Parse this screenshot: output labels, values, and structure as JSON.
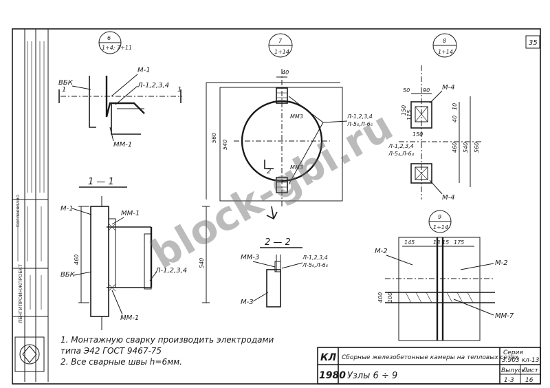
{
  "page_number": "35",
  "callouts": {
    "c6": {
      "top": "6",
      "bottom": "1÷4;\n7÷11"
    },
    "c7": {
      "top": "7",
      "bottom": "1÷14"
    },
    "c8": {
      "top": "8",
      "bottom": "1÷14"
    },
    "c9": {
      "top": "9",
      "bottom": "1÷14"
    }
  },
  "labels": {
    "m1": "М-1",
    "m2": "М-2",
    "m3": "М-3",
    "m4": "М-4",
    "mm1": "ММ-1",
    "mm3": "ММ-3",
    "mm7": "ММ-7",
    "vbk": "ВБК",
    "l1234": "Л-1,2,3,4",
    "l56": "Л-5₆,Л-6₆",
    "l56b": "Л-5₄,Л-6₄",
    "mm3_small": "ММ3",
    "arrow_2": "2",
    "cut_1": "1",
    "sec_11": "1 — 1",
    "sec_22": "2 — 2"
  },
  "dims": {
    "d40": "40",
    "d560": "560",
    "d540": "540",
    "d50": "50",
    "d90": "90",
    "d150": "150",
    "d115": "115",
    "d10": "10",
    "d460": "460",
    "d40b": "40",
    "d145": "145",
    "d18": "18",
    "d15": "15",
    "d175": "175",
    "d400": "400",
    "d100": "100"
  },
  "notes": [
    "1. Монтажную сварку производить электродами",
    "    типа Э42   ГОСТ 9467-75",
    "2. Все сварные швы h=6мм."
  ],
  "title_block": {
    "code": "КЛ",
    "title": "Сборные железобетонные камеры на тепловых сетях",
    "series_label": "Серия",
    "series_value": "3.903 кл-13",
    "year": "1980",
    "sheet_name": "Узлы  6 ÷ 9",
    "issue_label": "Выпуск",
    "issue_value": "1-3",
    "page_label": "Лист",
    "page_value": "16"
  },
  "watermark": "block-gbi.ru",
  "side_stamp": {
    "org": "ЛЕНГИПРОИНЖПРОЕКТ",
    "agreed": "Согласовано"
  }
}
